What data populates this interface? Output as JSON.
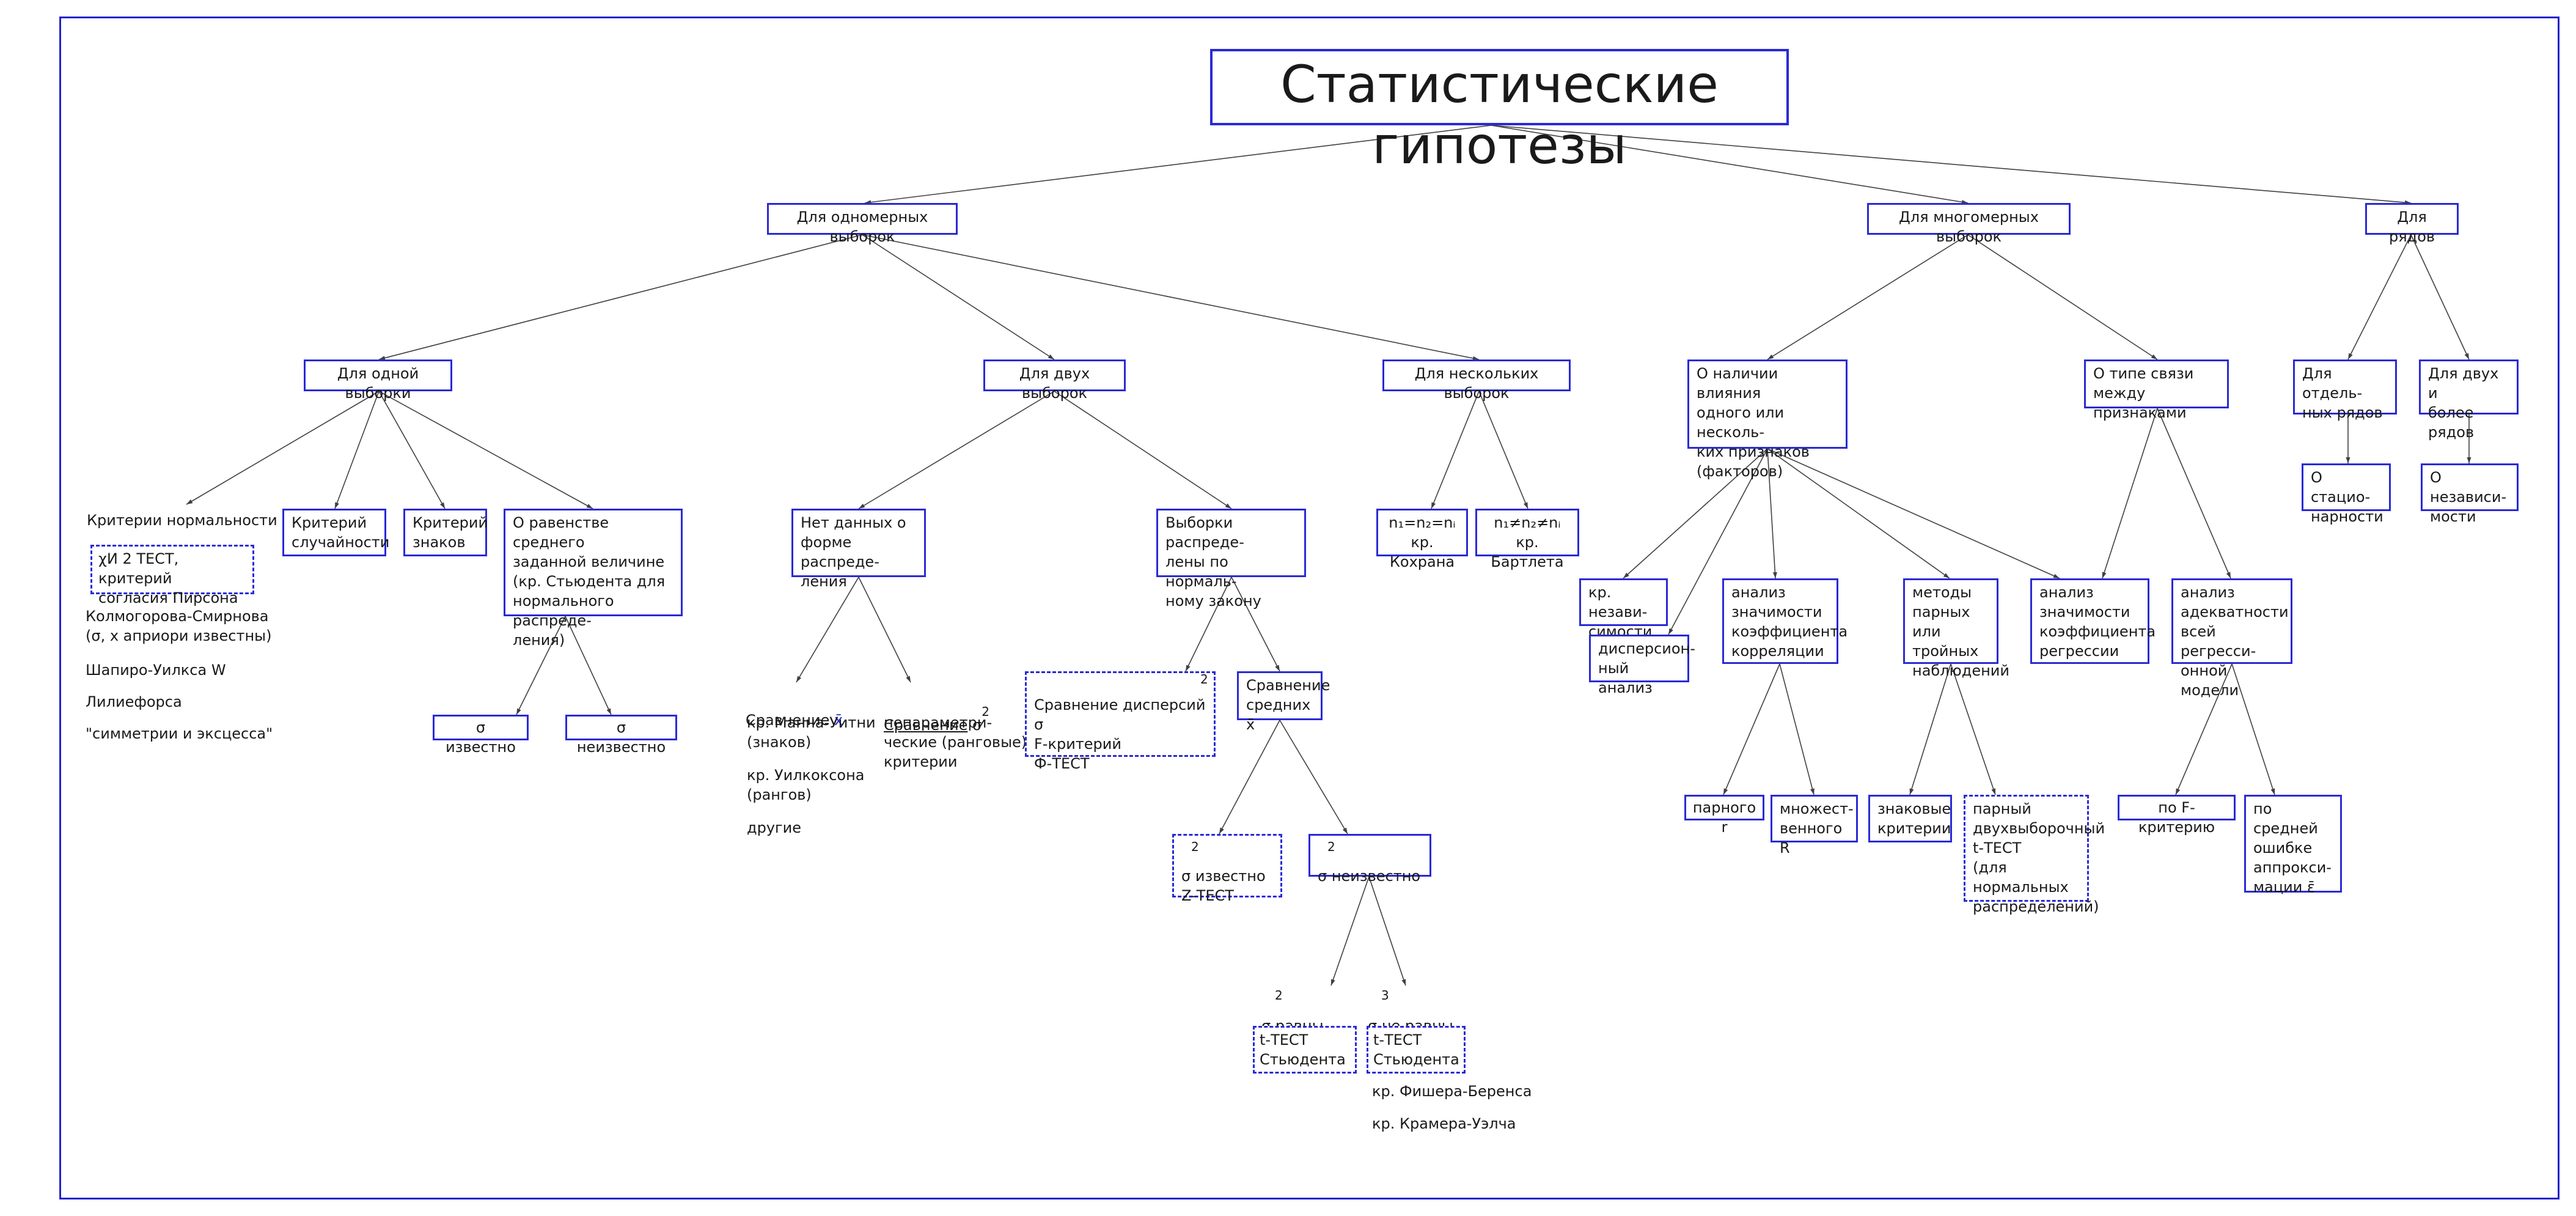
{
  "title": "Статистические гипотезы",
  "branches": {
    "univariate": "Для одномерных выборок",
    "multivariate": "Для многомерных выборок",
    "series": "Для рядов"
  },
  "univariate": {
    "one_sample": "Для одной выборки",
    "two_samples": "Для двух выборок",
    "several_samples": "Для нескольких выборок",
    "normality_criteria": "Критерии нормальности",
    "chi2": "χИ 2 ТЕСТ, критерий\nсогласия Пирсона",
    "kolmogorov": "Колмогорова-Смирнова\n(σ, x априори известны)",
    "shapiro": "Шапиро-Уилкса W",
    "lilliefors": "Лилиефорса",
    "symmetry": "\"симметрии и эксцесса\"",
    "randomness": "Критерий\nслучайности",
    "signs": "Критерий\nзнаков",
    "mean_equal": "О равенстве среднего\nзаданной величине\n(кр. Стьюдента для\nнормального распреде-\nления)",
    "sigma_known": "σ известно",
    "sigma_unknown": "σ неизвестно",
    "no_form": "Нет данных о\nформе распреде-\nления",
    "normal_dist": "Выборки распреде-\nлены по нормаль-\nному закону",
    "compare_x_label": "Сравнение",
    "compare_x_sym": "x̄",
    "mann_whitney": "кр. Манна-Уитни\n(знаков)",
    "wilcoxon": "кр. Уилкоксона\n(рангов)",
    "others": "другие",
    "compare_sigma2_label": "Сравнение",
    "compare_sigma2_sym": "σ",
    "compare_sigma2_sup": "2",
    "nonparam": "непараметри-\nческие (ранговые)\nкритерии",
    "compare_disp": "Сравнение дисперсий σ\nF-критерий\nФ-ТЕСТ",
    "compare_disp_sup": "2",
    "compare_means": "Сравнение\nсредних x̄",
    "s2_known": "σ    известно\n    Z-ТЕСТ",
    "s2_known_sup": "2",
    "s2_unknown": "σ    неизвестно",
    "s2_unknown_sup": "2",
    "s2_equal_label": "σ   равны",
    "s2_equal_sup": "2",
    "t_test_1": "t-ТЕСТ\nСтьюдента",
    "s3_unequal_label": "σ    не равны",
    "s3_unequal_sup": "3",
    "t_test_2": "t-ТЕСТ\nСтьюдента",
    "fisher_behrens": "кр. Фишера-Беренса",
    "cramer_welch": "кр. Крамера-Уэлча",
    "cochran": "n₁=n₂=nᵢ\nкр. Кохрана",
    "bartlett": "n₁≠n₂≠nᵢ\nкр. Бартлета"
  },
  "multivariate": {
    "influence": "О наличии влияния\nодного или несколь-\nких признаков\n(факторов)",
    "relation_type": "О типе связи\nмежду признаками",
    "independence": "кр. незави-\nсимости",
    "anova": "дисперсион-\nный анализ",
    "corr_significance": "анализ\nзначимости\nкоэффициента\nкорреляции",
    "paired_triple": "методы\nпарных или\nтройных\nнаблюдений",
    "reg_significance": "анализ\nзначимости\nкоэффициента\nрегрессии",
    "reg_adequacy": "анализ\nадекватности\nвсей регресси-\nонной модели",
    "paired_r": "парного r",
    "multiple_r": "множест-\nвенного R",
    "sign_criteria": "знаковые\nкритерии",
    "paired_t": "парный\nдвухвыборочный\n  t-ТЕСТ\n(для нормальных\nраспределений)",
    "by_f": "по F-критерию",
    "by_error": "по средней\nошибке\nаппрокси-\nмации ε̄"
  },
  "series": {
    "individual": "Для отдель-\nных рядов",
    "two_more": "Для двух и\nболее рядов",
    "stationarity": "О стацио-\nнарности",
    "independence": "О независи-\nмости"
  }
}
